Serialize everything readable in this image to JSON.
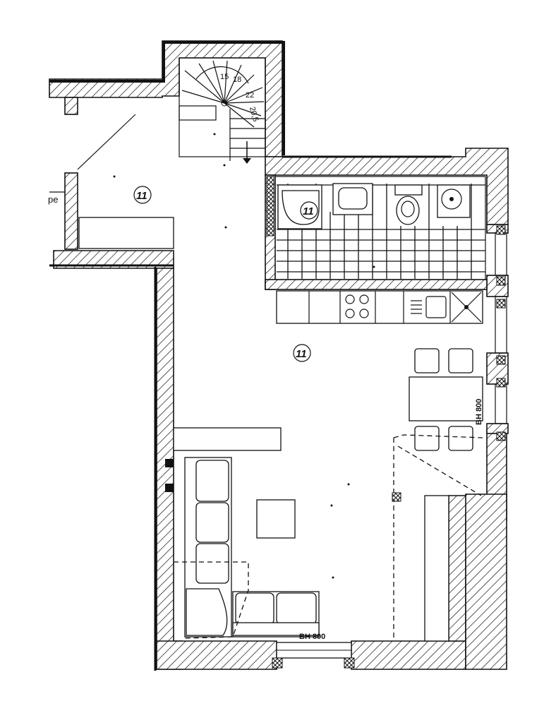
{
  "rooms": [
    {
      "number": "11"
    },
    {
      "number": "11"
    },
    {
      "number": "11"
    }
  ],
  "labels": {
    "cut_off_room": "pe",
    "window_height_right": "BH 800",
    "window_height_bottom": "BH 800"
  },
  "stair_annotations": {
    "steps_a": "15",
    "steps_b": "18",
    "rise": "22",
    "run": "20,5"
  },
  "colors": {
    "ink": "#111111",
    "paper": "#ffffff"
  }
}
